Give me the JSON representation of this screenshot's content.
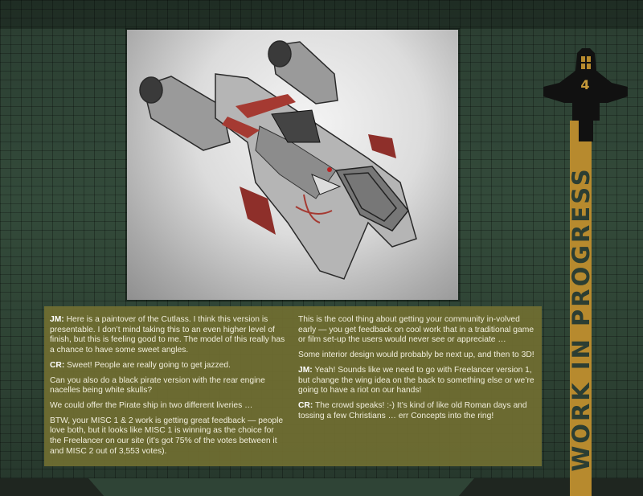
{
  "page": {
    "section_number": "4",
    "vertical_title": "WORK IN PROGRESS",
    "colors": {
      "background": "#2f4436",
      "text_box": "#706e32",
      "accent_strip": "#b78a2e",
      "text": "#f1eedc"
    }
  },
  "image": {
    "alt": "Cutlass ship paintover render"
  },
  "dialogue": {
    "left": [
      {
        "speaker": "JM:",
        "text": " Here is a paintover of the Cutlass. I think this version is presentable. I don’t mind taking this to an even higher level of finish, but this is feeling good to me. The model of this really has a chance to have some sweet angles."
      },
      {
        "speaker": "CR:",
        "text": " Sweet! People are really going to get jazzed."
      },
      {
        "speaker": "",
        "text": "Can you also do a black pirate version with the rear engine nacelles being white skulls?"
      },
      {
        "speaker": "",
        "text": "We could offer the Pirate ship in two different liveries …"
      },
      {
        "speaker": "",
        "text": "BTW, your MISC 1 & 2 work is getting great feedback — people love both, but it looks like MISC 1 is winning as the choice for the Freelancer on our site (it’s got 75% of the votes between it and MISC 2 out of 3,553 votes)."
      }
    ],
    "right": [
      {
        "speaker": "",
        "text": "This is the cool thing about getting your community in-volved early — you get feedback on cool work that in a traditional game or film set-up the users would never see or appreciate …"
      },
      {
        "speaker": "",
        "text": "Some interior design would probably be next up, and then to 3D!"
      },
      {
        "speaker": "JM:",
        "text": " Yeah! Sounds like we need to go with Freelancer version 1, but change the wing idea on the back to something else or we’re going to have a riot on our hands!"
      },
      {
        "speaker": "CR:",
        "text": " The crowd speaks! :-) It’s kind of like old Roman days and tossing a few Christians … err Concepts into the ring!"
      }
    ]
  }
}
